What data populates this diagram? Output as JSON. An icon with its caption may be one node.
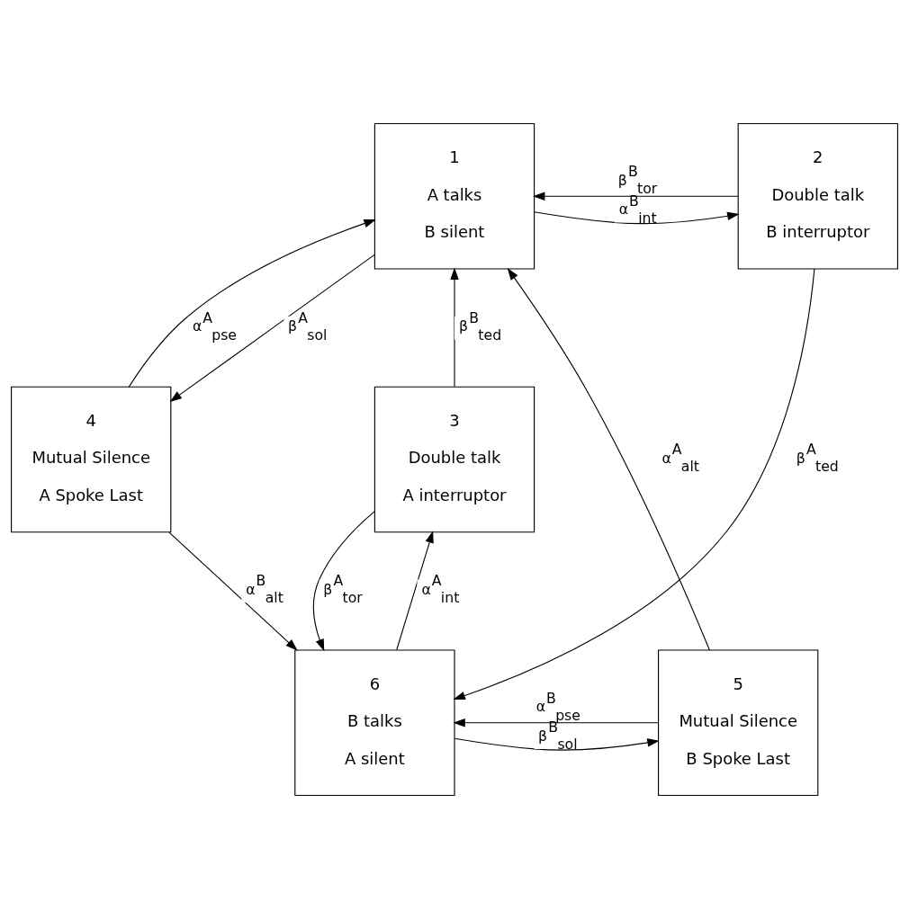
{
  "diagram": {
    "nodes": [
      {
        "text": [
          "1",
          "A talks",
          "B silent"
        ]
      },
      {
        "text": [
          "2",
          "Double talk",
          "B interruptor"
        ]
      },
      {
        "text": [
          "3",
          "Double talk",
          "A interruptor"
        ]
      },
      {
        "text": [
          "4",
          "Mutual Silence",
          "A Spoke Last"
        ]
      },
      {
        "text": [
          "5",
          "Mutual Silence",
          "B Spoke Last"
        ]
      },
      {
        "text": [
          "6",
          "B talks",
          "A silent"
        ]
      }
    ],
    "edges": [
      {
        "from": 0,
        "to": 1,
        "arrow": "to",
        "label": "α$^{B}$$_{int}$"
      },
      {
        "from": 1,
        "to": 0,
        "arrow": "to",
        "label": "β$^{B}$$_{tor}$"
      },
      {
        "from": 2,
        "to": 0,
        "arrow": "to",
        "label": "β$^{B}$$_{ted}$"
      },
      {
        "from": 0,
        "to": 3,
        "arrow": "to",
        "label": "β$^{A}$$_{sol}$"
      },
      {
        "from": 3,
        "to": 0,
        "arrow": "to",
        "label": "α$^{A}$$_{pse}$"
      },
      {
        "from": 4,
        "to": 0,
        "arrow": "to",
        "label": "α$^{A}$$_{alt}$"
      },
      {
        "from": 1,
        "to": 5,
        "arrow": "to",
        "label": "β$^{A}$$_{ted}$"
      },
      {
        "from": 3,
        "to": 5,
        "arrow": "to",
        "label": "α$^{B}$$_{alt}$"
      },
      {
        "from": 2,
        "to": 5,
        "arrow": "to",
        "label": "β$^{A}$$_{tor}$"
      },
      {
        "from": 5,
        "to": 2,
        "arrow": "to",
        "label": "α$^{A}$$_{int}$"
      },
      {
        "from": 4,
        "to": 5,
        "arrow": "to",
        "label": "α$^{B}$$_{pse}$"
      },
      {
        "from": 5,
        "to": 4,
        "arrow": "to",
        "label": "β$^{B}$$_{sol}$"
      }
    ]
  }
}
